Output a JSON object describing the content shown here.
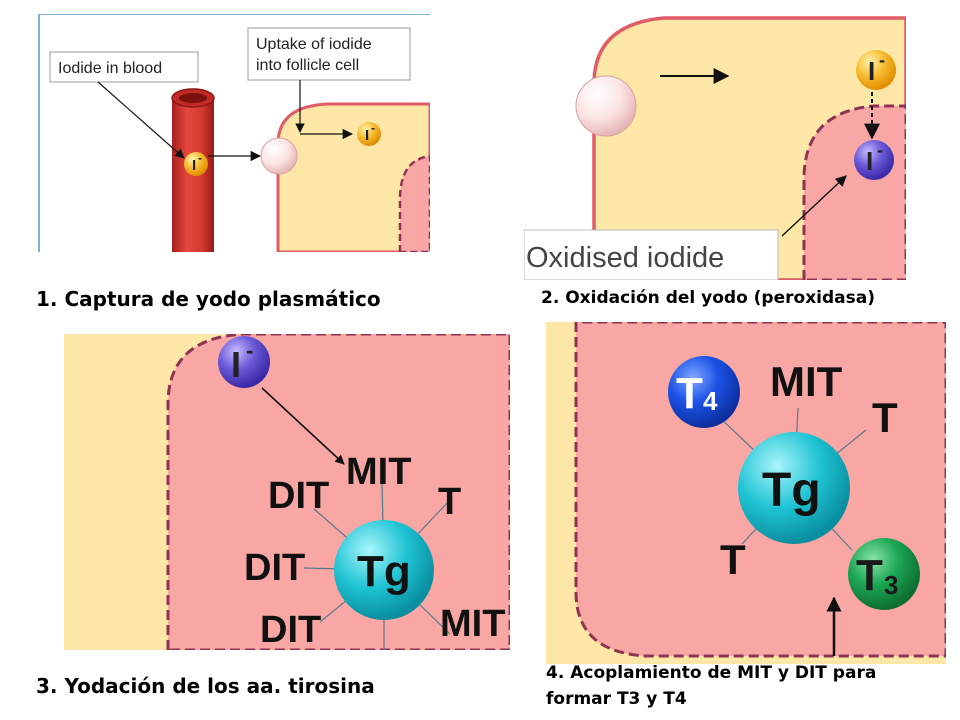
{
  "panel1": {
    "caption": "1. Captura de yodo plasmático",
    "callout_blood": "Iodide in blood",
    "callout_uptake_line1": "Uptake of iodide",
    "callout_uptake_line2": "into follicle cell",
    "ion_symbol": "I",
    "ion_charge": "-"
  },
  "panel2": {
    "caption": "2. Oxidación del yodo (peroxidasa)",
    "callout_oxidised": "Oxidised iodide",
    "ion_symbol": "I",
    "ion_charge": "-"
  },
  "panel3": {
    "caption": "3. Yodación de los aa. tirosina",
    "ion_symbol": "I",
    "ion_charge": "-",
    "center_label": "Tg",
    "label_mit_top": "MIT",
    "label_dit_upper": "DIT",
    "label_t": "T",
    "label_dit_mid": "DIT",
    "label_dit_lower": "DIT",
    "label_mit_bottom": "MIT"
  },
  "panel4": {
    "caption_line1": "4. Acoplamiento de MIT y DIT para",
    "caption_line2": "formar T3 y T4",
    "center_label": "Tg",
    "t4_letter": "T",
    "t4_sub": "4",
    "t3_letter": "T",
    "t3_sub": "3",
    "label_mit": "MIT",
    "label_t_right": "T",
    "label_t_left": "T"
  },
  "colors": {
    "blood": "#d93b32",
    "follicle_yellow": "#fde7a6",
    "cell_pink": "#f8a7a5",
    "membrane_dash": "#8e3354",
    "ion_yellow": "#f7b92c",
    "ion_blue": "#6b5ad8",
    "tg_cyan": "#1ec3d3",
    "t4_blue": "#1b52e6",
    "t3_green": "#1ca754"
  }
}
